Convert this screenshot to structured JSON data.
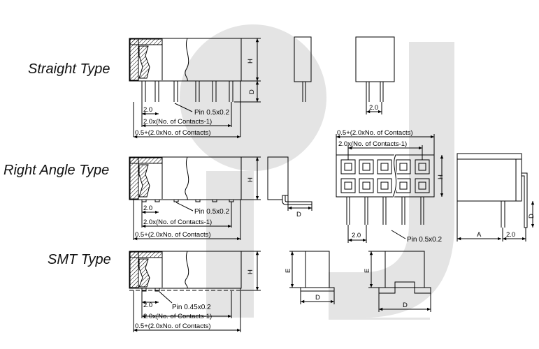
{
  "type_labels": {
    "straight": "Straight Type",
    "right_angle": "Right Angle Type",
    "smt": "SMT Type"
  },
  "dimensions": {
    "pitch": "2.0",
    "pitch_series": "2.0x(No. of Contacts-1)",
    "overall_length": "0.5+(2.0xNo. of Contacts)",
    "height": "H",
    "pin_length": "D",
    "depth_e": "E",
    "offset_a": "A",
    "pin_straight": "Pin 0.5x0.2",
    "pin_right_angle": "Pin 0.5x0.2",
    "pin_smt": "Pin 0.45x0.2",
    "pin_top_view": "Pin 0.5x0.2"
  },
  "watermark_color": "#e4e4e4"
}
